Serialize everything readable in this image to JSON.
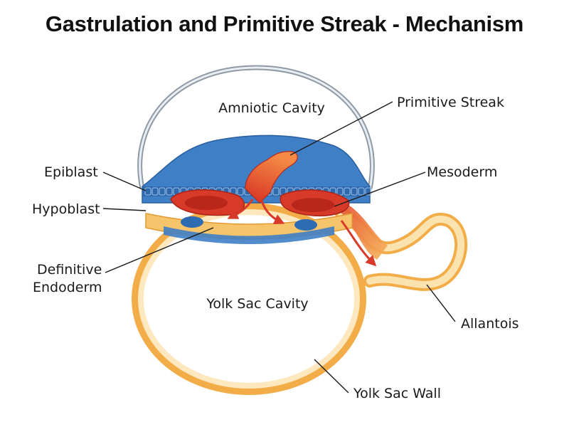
{
  "title": "Gastrulation and Primitive Streak - Mechanism",
  "labels": {
    "amniotic_cavity": "Amniotic Cavity",
    "primitive_streak": "Primitive Streak",
    "epiblast": "Epiblast",
    "mesoderm": "Mesoderm",
    "hypoblast": "Hypoblast",
    "definitive_endoderm_line1": "Definitive",
    "definitive_endoderm_line2": "Endoderm",
    "yolk_sac_cavity": "Yolk Sac Cavity",
    "allantois": "Allantois",
    "yolk_sac_wall": "Yolk Sac Wall"
  },
  "colors": {
    "epiblast_blue": "#3f7fc6",
    "mesoderm_red": "#d83a2a",
    "streak_orange": "#f07b3a",
    "yolk_wall_orange": "#f2ad48",
    "yolk_wall_fill": "#fbe3b0",
    "amnion_gray": "#8e9aa6"
  }
}
